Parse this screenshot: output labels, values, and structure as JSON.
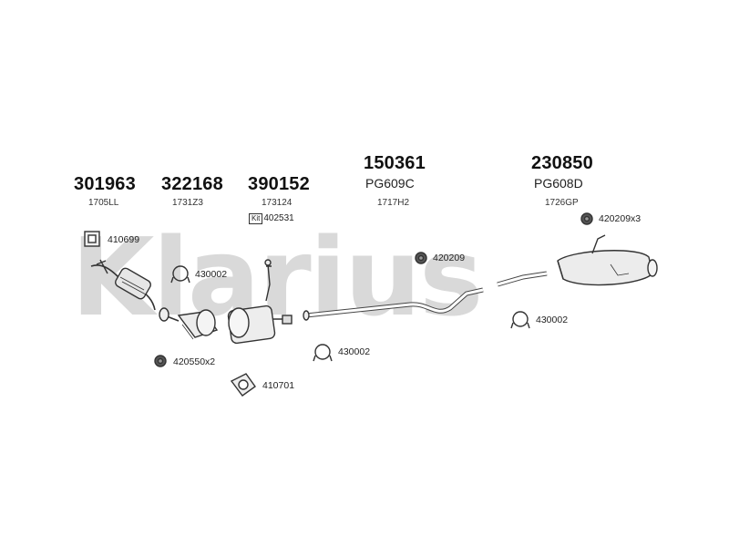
{
  "watermark": "Klarius",
  "top_codes": [
    {
      "code": "301963",
      "sub": "1705LL"
    },
    {
      "code": "322168",
      "sub": "1731Z3"
    },
    {
      "code": "390152",
      "sub": "173124",
      "kit_label": "Kit",
      "kit_code": "402531"
    },
    {
      "code": "150361",
      "sub": "PG609C",
      "sub2": "1717H2"
    },
    {
      "code": "230850",
      "sub": "PG608D",
      "sub2": "1726GP"
    }
  ],
  "part_labels": {
    "p410699": "410699",
    "p430002_a": "430002",
    "p420209x3": "420209x3",
    "p420209": "420209",
    "p430002_b": "430002",
    "p420550x2": "420550x2",
    "p430002_c": "430002",
    "p410701": "410701"
  }
}
